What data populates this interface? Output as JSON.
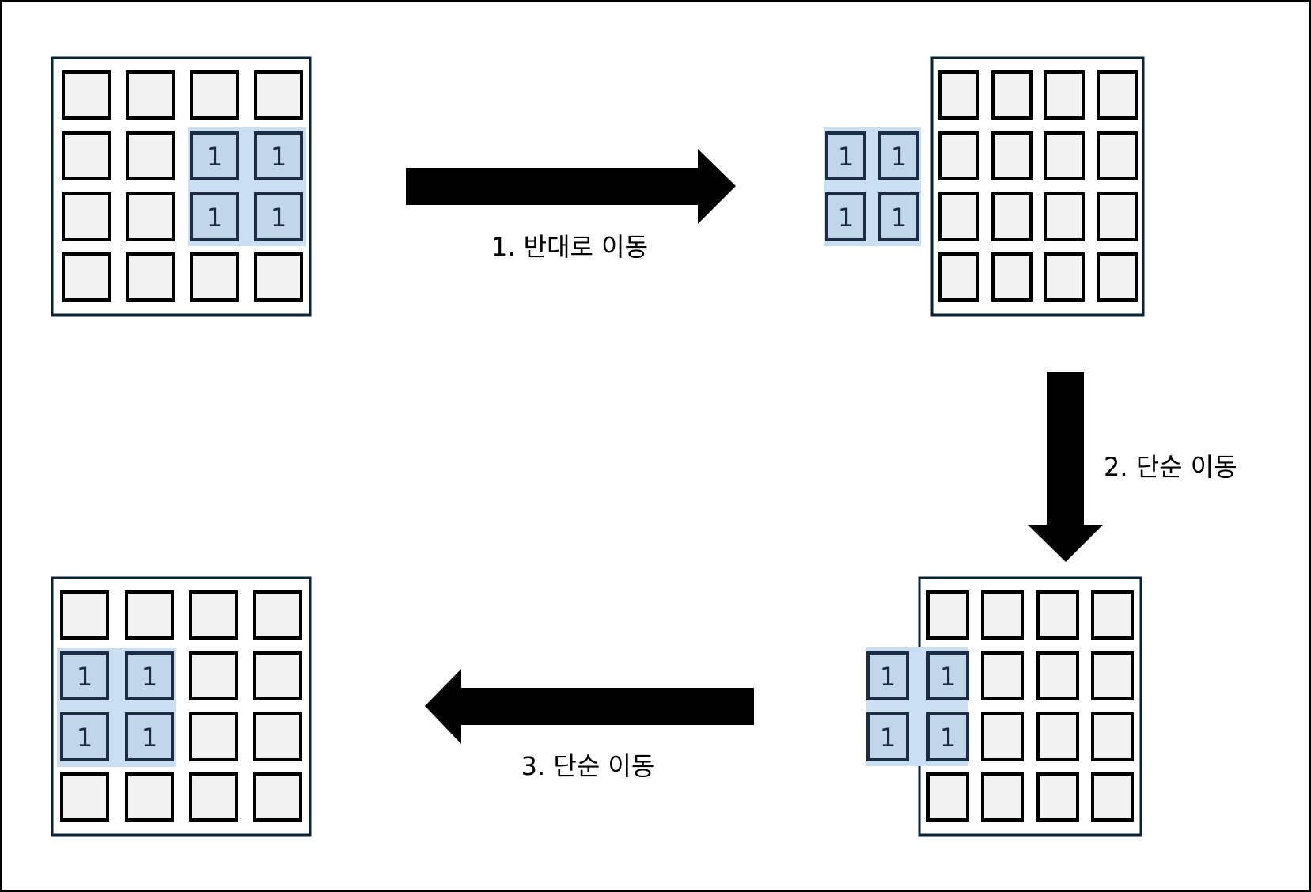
{
  "colors": {
    "highlight": "#cadff2",
    "cell_active": "#c2d6ea",
    "cell_empty": "#f2f2f2",
    "frame": "#0b2433",
    "arrow": "#000000"
  },
  "steps": [
    {
      "label": "1. 반대로 이동",
      "direction": "right"
    },
    {
      "label": "2. 단순 이동",
      "direction": "down"
    },
    {
      "label": "3. 단순 이동",
      "direction": "left"
    }
  ],
  "grids": [
    {
      "name": "initial",
      "cells": [
        [
          "",
          "",
          "",
          ""
        ],
        [
          "",
          "",
          "1",
          "1"
        ],
        [
          "",
          "",
          "1",
          "1"
        ],
        [
          "",
          "",
          "",
          ""
        ]
      ],
      "outside": []
    },
    {
      "name": "after-step-1",
      "cells": [
        [
          "",
          "",
          "",
          ""
        ],
        [
          "",
          "",
          "",
          ""
        ],
        [
          "",
          "",
          "",
          ""
        ],
        [
          "",
          "",
          "",
          ""
        ]
      ],
      "outside": [
        [
          "1",
          "1"
        ],
        [
          "1",
          "1"
        ]
      ]
    },
    {
      "name": "after-step-2",
      "cells": [
        [
          "",
          "",
          "",
          ""
        ],
        [
          "1",
          "",
          "",
          ""
        ],
        [
          "1",
          "",
          "",
          ""
        ],
        [
          "",
          "",
          "",
          ""
        ]
      ],
      "outside": [
        [
          "1"
        ],
        [
          "1"
        ]
      ]
    },
    {
      "name": "after-step-3",
      "cells": [
        [
          "",
          "",
          "",
          ""
        ],
        [
          "1",
          "1",
          "",
          ""
        ],
        [
          "1",
          "1",
          "",
          ""
        ],
        [
          "",
          "",
          "",
          ""
        ]
      ],
      "outside": []
    }
  ]
}
